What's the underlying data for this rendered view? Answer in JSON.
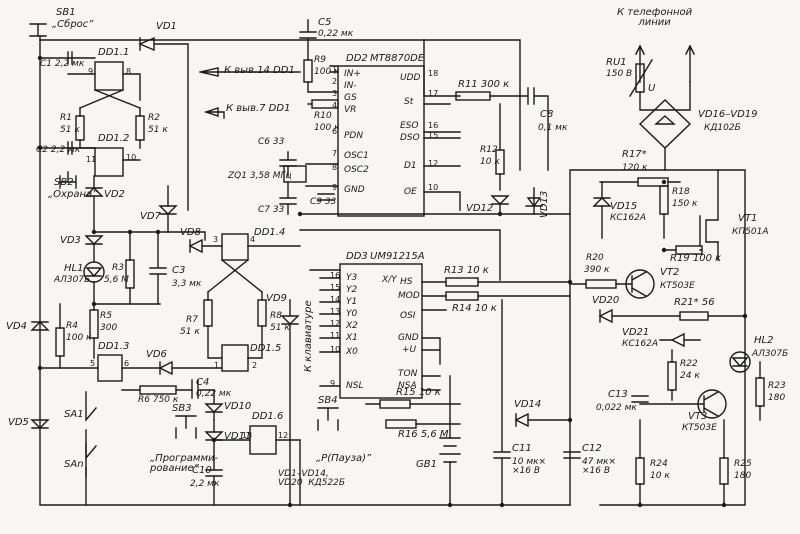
{
  "phone_line": "К телефонной\nлинии",
  "labels": {
    "sb1": "SB1",
    "sb1_name": "„Сброс”",
    "vd1": "VD1",
    "c1": "C1 2,2 мк",
    "dd1_1": "DD1.1",
    "p9": "9",
    "p8": "8",
    "r1": "R1",
    "r1v": "51 к",
    "r2": "R2",
    "r2v": "51 к",
    "c2": "C2 2,2 мк",
    "dd1_2": "DD1.2",
    "p11": "11",
    "p10": "10",
    "sb2": "SB2",
    "sb2_name": "„Охрана”",
    "vd2": "VD2",
    "vd3": "VD3",
    "hl1": "HL1",
    "hl1v": "АЛ307Б",
    "r3": "R3",
    "r3v": "5,6 М",
    "c3": "C3",
    "c3v": "3,3 мк",
    "vd7": "VD7",
    "vd8": "VD8",
    "dd1_4": "DD1.4",
    "p3": "3",
    "p4": "4",
    "vd4": "VD4",
    "r4": "R4",
    "r4v": "100 к",
    "r5": "R5",
    "r5v": "300",
    "dd1_3": "DD1.3",
    "p5": "5",
    "p6": "6",
    "vd6": "VD6",
    "r6": "R6 750 к",
    "r7": "R7",
    "r7v": "51 к",
    "r8": "R8",
    "r8v": "51 к",
    "dd1_5": "DD1.5",
    "p1": "1",
    "p2": "2",
    "c4": "C4",
    "c4v": "0,22 мк",
    "vd10": "VD10",
    "vd9": "VD9",
    "vd5": "VD5",
    "sa1": "SA1",
    "san": "SAn",
    "sb3": "SB3",
    "prog": "„Программи-\nрование”",
    "vd11": "VD11",
    "c10": "C10",
    "c10v": "2,2 мк",
    "dd1_6": "DD1.6",
    "p13": "13",
    "p12": "12",
    "sb4": "SB4",
    "pause": "„Р(Пауза)”",
    "diodes": "VD1–VD14,\nVD20  КД522Б",
    "c5": "C5",
    "c5v": "0,22 мк",
    "r9": "R9",
    "r9v": "100 к",
    "to14": "К выв.14 DD1",
    "to7": "К выв.7 DD1",
    "r10": "R10",
    "r10v": "100 к",
    "dd2": "DD2",
    "dd2t": "МТ8870DE",
    "in1": "IN+",
    "in2": "IN-",
    "gs": "GS",
    "vr": "VR",
    "pdn": "PDN",
    "osc1": "OSC1",
    "osc2": "OSC2",
    "gnd": "GND",
    "vdd": "UDD",
    "st": "St",
    "esq": "ESO",
    "dso": "DSO",
    "d1": "D1",
    "oe": "OE",
    "n18": "18",
    "n17": "17",
    "n16": "16",
    "n15": "15",
    "n12": "12",
    "n10": "10",
    "n1": "1",
    "n2": "2",
    "n3": "3",
    "n4": "4",
    "n6": "6",
    "n7": "7",
    "n8": "8",
    "n9": "9",
    "c6": "C6 33",
    "zq1": "ZQ1 3,58 МГц",
    "c7": "C7 33",
    "c9": "C9 33",
    "r11": "R11 300 к",
    "c8": "C8",
    "c8v": "0,1 мк",
    "r12": "R12",
    "r12v": "10 к",
    "vd12": "VD12",
    "vd13": "VD13",
    "dd3": "DD3",
    "dd3t": "UM91215A",
    "xy": "X/Y",
    "y3": "Y3",
    "y2": "Y2",
    "y1": "Y1",
    "y0": "Y0",
    "x2": "X2",
    "x1": "X1",
    "x0": "X0",
    "nsl": "NSL",
    "hs": "HS",
    "mod": "MOD",
    "osi": "OSI",
    "gnd2": "GND",
    "u": "+U",
    "ton": "TON",
    "nsa": "NSA",
    "k16": "16",
    "k15": "15",
    "k14": "14",
    "k13": "13",
    "k12": "12",
    "k11": "11",
    "k10": "10",
    "k9": "9",
    "kb": "К клавиатуре",
    "r13": "R13 10 к",
    "r14": "R14 10 к",
    "r15": "R15 10 к",
    "r16": "R16 5,6 М",
    "gb1": "GB1",
    "c11": "C11",
    "c11v": "10 мк×\n×16 В",
    "c12": "C12",
    "c12v": "47 мк×\n×16 В",
    "vd14": "VD14",
    "ru1": "RU1",
    "ru1v": "150 В",
    "uu": "U",
    "vd16": "VD16–VD19",
    "vd16v": "КД102Б",
    "r17": "R17*",
    "r17v": "120 к",
    "r18": "R18",
    "r18v": "150 к",
    "vd15": "VD15",
    "vd15v": "КС162А",
    "vt1": "VT1",
    "vt1v": "КП501А",
    "r19": "R19 100 к",
    "r20": "R20",
    "r20v": "390 к",
    "vt2": "VT2",
    "vt2v": "КТ503Е",
    "vd20": "VD20",
    "r21": "R21* 56",
    "vd21": "VD21",
    "vd21v": "КС162А",
    "hl2": "HL2",
    "hl2v": "АЛ307Б",
    "r22": "R22",
    "r22v": "24 к",
    "r23": "R23",
    "r23v": "180",
    "c13": "C13",
    "c13v": "0,022 мк",
    "vt3": "VT3",
    "vt3v": "КТ503Е",
    "r24": "R24",
    "r24v": "10 к",
    "r25": "R25",
    "r25v": "180"
  }
}
